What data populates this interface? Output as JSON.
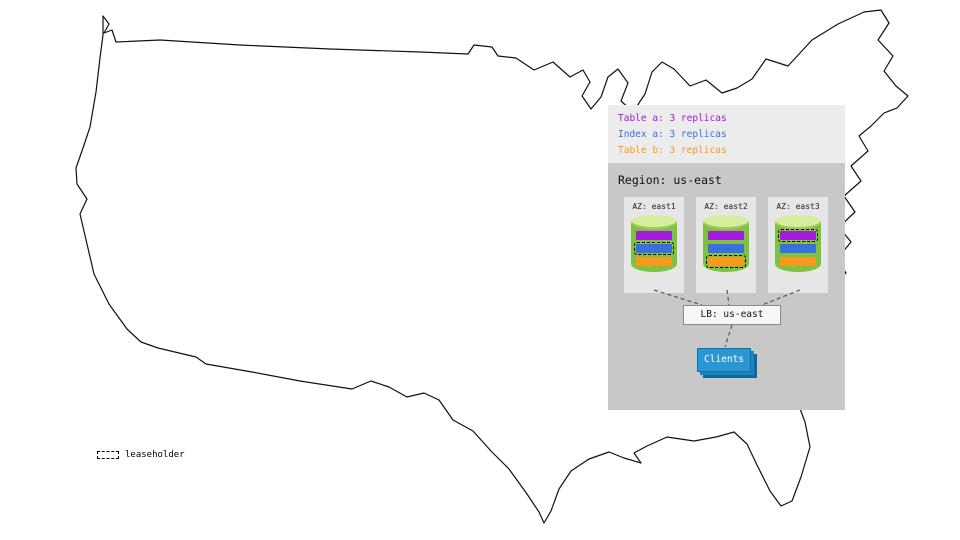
{
  "replica_legend": {
    "items": [
      {
        "label": "Table a: 3 replicas",
        "color": "#a21bd6"
      },
      {
        "label": "Index a: 3 replicas",
        "color": "#3a6fe0"
      },
      {
        "label": "Table b: 3 replicas",
        "color": "#f6991c"
      }
    ]
  },
  "region": {
    "title": "Region: us-east",
    "azs": [
      {
        "label": "AZ: east1",
        "leaseholder_bar": 1
      },
      {
        "label": "AZ: east2",
        "leaseholder_bar": 2
      },
      {
        "label": "AZ: east3",
        "leaseholder_bar": 0
      }
    ],
    "bar_colors": [
      "#a21bd6",
      "#3a6fe0",
      "#f6991c"
    ],
    "cylinder_color": "#7fc242",
    "lb_label": "LB: us-east",
    "clients_label": "Clients",
    "clients_color": "#2a97d4"
  },
  "map_legend": {
    "label": "leaseholder"
  }
}
